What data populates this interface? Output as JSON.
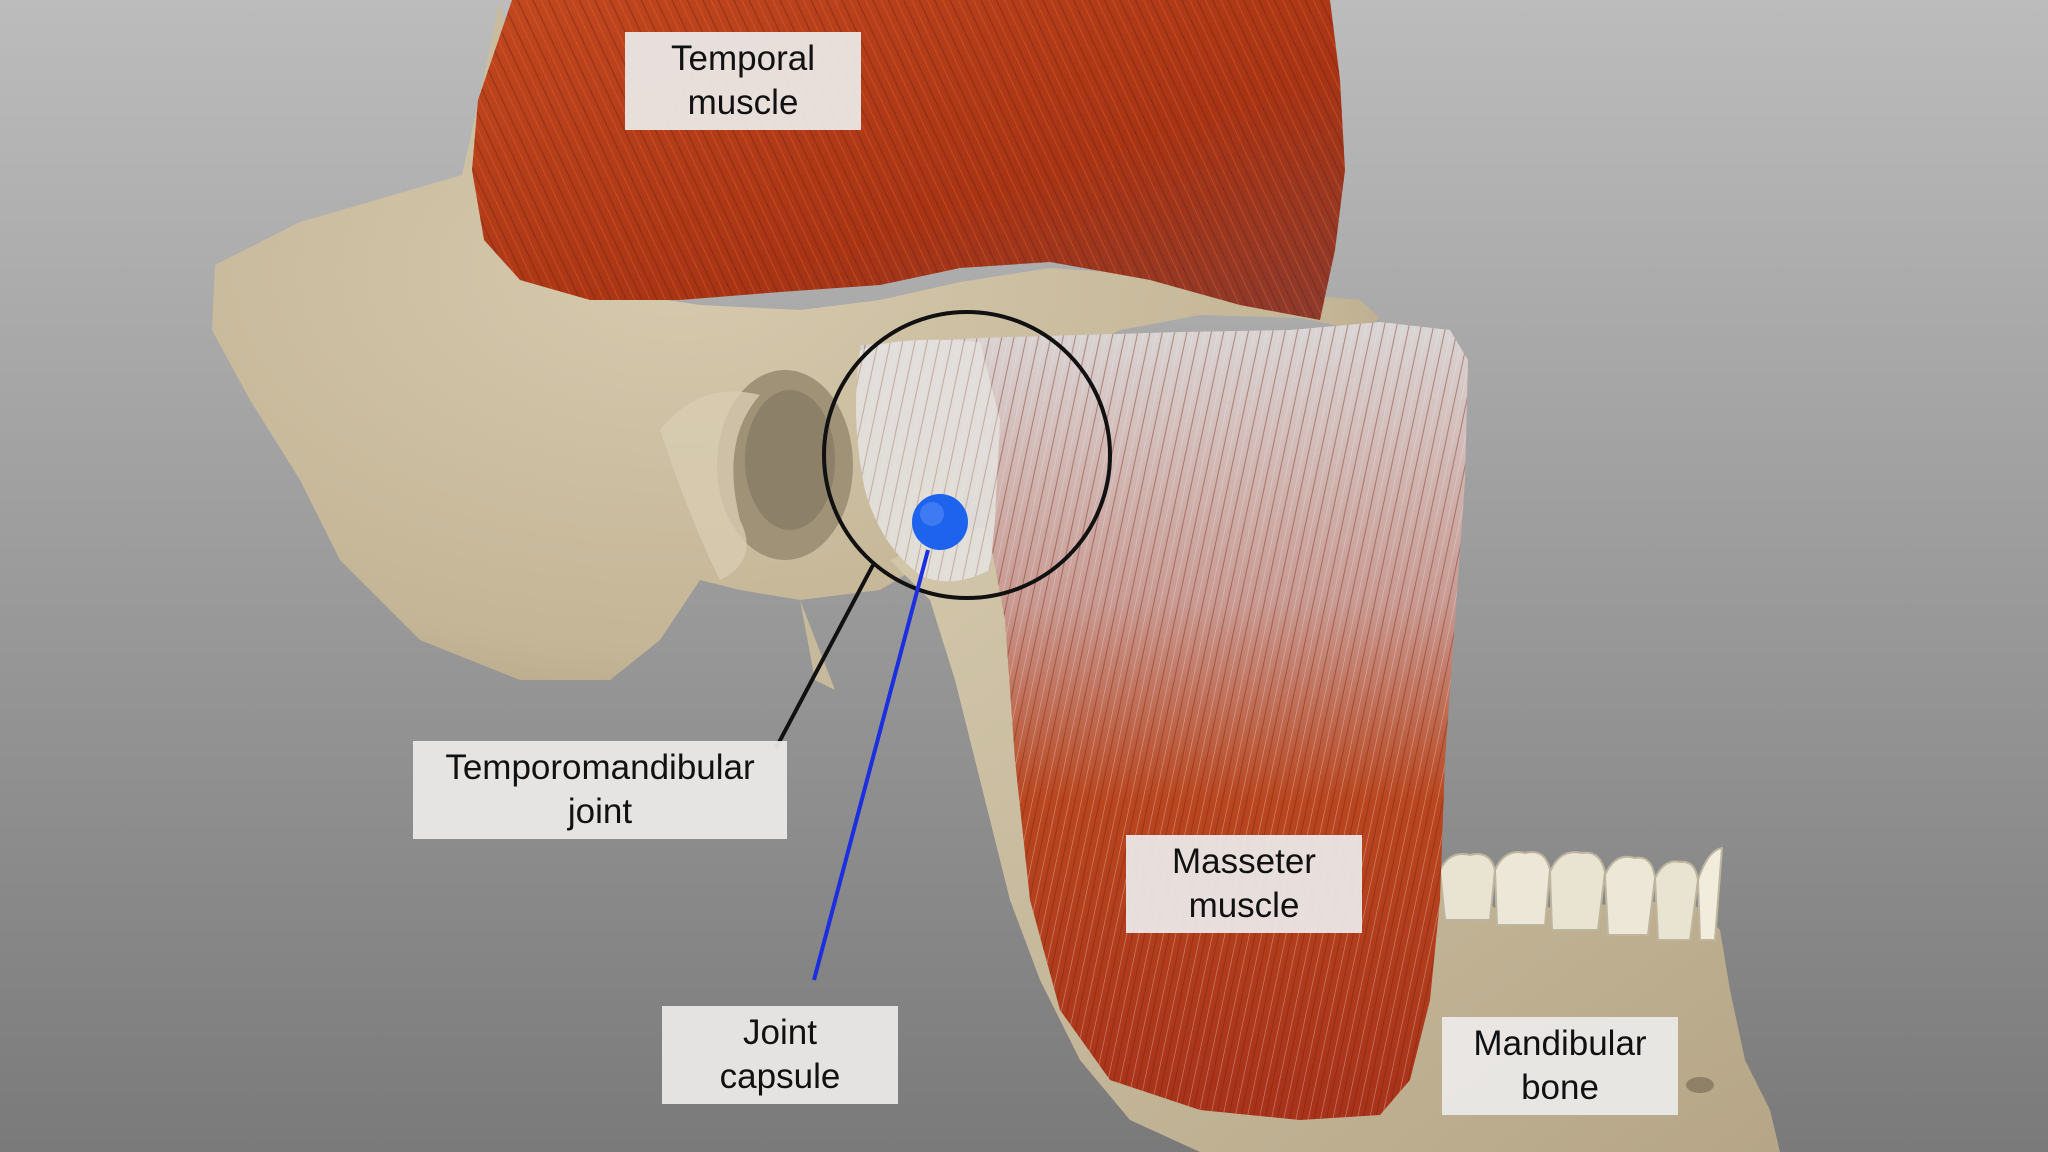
{
  "labels": {
    "temporal": {
      "line1": "Temporal",
      "line2": "muscle"
    },
    "tmj": {
      "line1": "Temporomandibular",
      "line2": "joint"
    },
    "masseter": {
      "line1": "Masseter",
      "line2": "muscle"
    },
    "capsule": {
      "line1": "Joint",
      "line2": "capsule"
    },
    "mandibular": {
      "line1": "Mandibular",
      "line2": "bone"
    }
  },
  "colors": {
    "background_top": "#b9b9b9",
    "background_bottom": "#7c7c7c",
    "bone": "#cbbd9f",
    "muscle": "#b8401c",
    "tendon": "#d9d4d3",
    "highlight_circle": "#111111",
    "capsule_marker": "#1e63ee",
    "capsule_leader": "#1b2fe0"
  }
}
